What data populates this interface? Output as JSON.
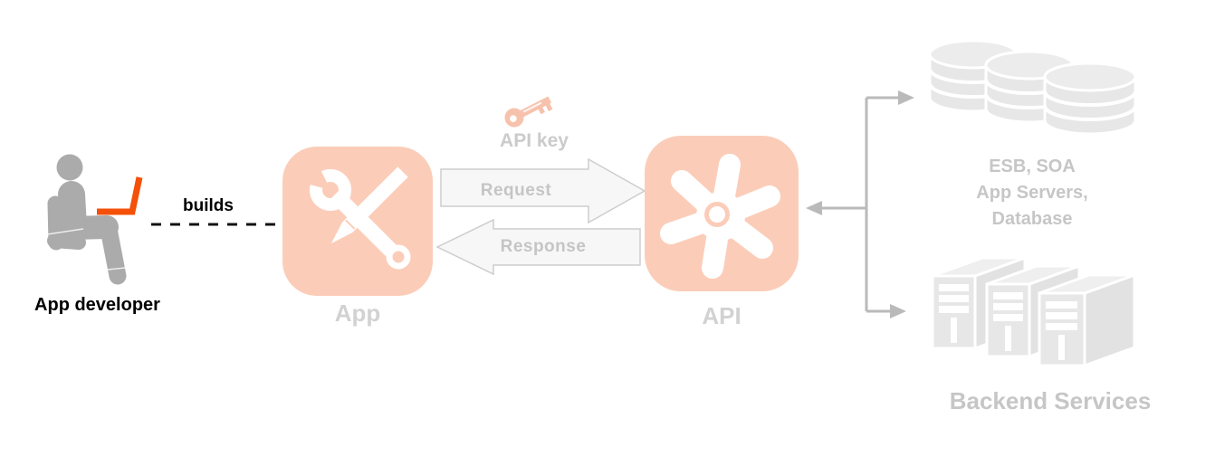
{
  "diagram": {
    "developer": {
      "label": "App developer",
      "builds_label": "builds",
      "icon": "person-at-laptop-icon"
    },
    "app": {
      "label": "App",
      "icon": "wrench-pencil-icon"
    },
    "key": {
      "label": "API key",
      "icon": "key-icon"
    },
    "arrows": {
      "request_label": "Request",
      "response_label": "Response"
    },
    "api": {
      "label": "API",
      "icon": "gear-pinwheel-icon"
    },
    "backend_top": {
      "lines": [
        "ESB, SOA",
        "App Servers,",
        "Database"
      ],
      "icon": "database-stack-icon"
    },
    "backend_bottom": {
      "label": "Backend Services",
      "icon": "server-rack-icon"
    }
  },
  "colors": {
    "accent_salmon": "#FBCDB9",
    "key_salmon": "#F7C2AD",
    "laptop_orange": "#F4500A",
    "figure_gray": "#ABABAB",
    "asset_gray": "#E7E7E7",
    "icon_label_gray": "#D2D2D2",
    "text_label_gray": "#C7C7C7",
    "connector_gray": "#BABABA",
    "arrow_fill": "#F7F7F7",
    "arrow_border": "#CDCDCD",
    "builds_black": "#000000"
  }
}
